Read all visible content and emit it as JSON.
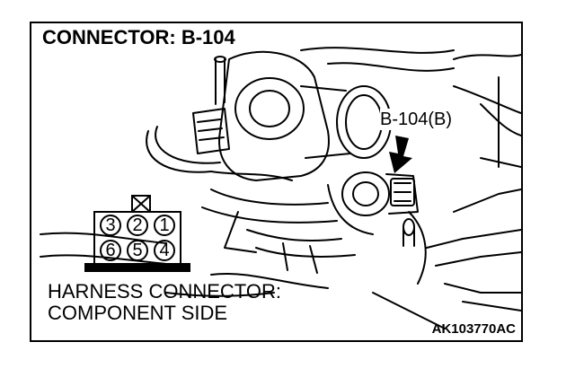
{
  "title": "CONNECTOR: B-104",
  "callout": "B-104(B)",
  "harness_label": {
    "line1": "HARNESS CONNECTOR:",
    "line2": "COMPONENT SIDE"
  },
  "figure_id": "AK103770AC",
  "pins": {
    "top": [
      "3",
      "2",
      "1"
    ],
    "bottom": [
      "6",
      "5",
      "4"
    ]
  }
}
